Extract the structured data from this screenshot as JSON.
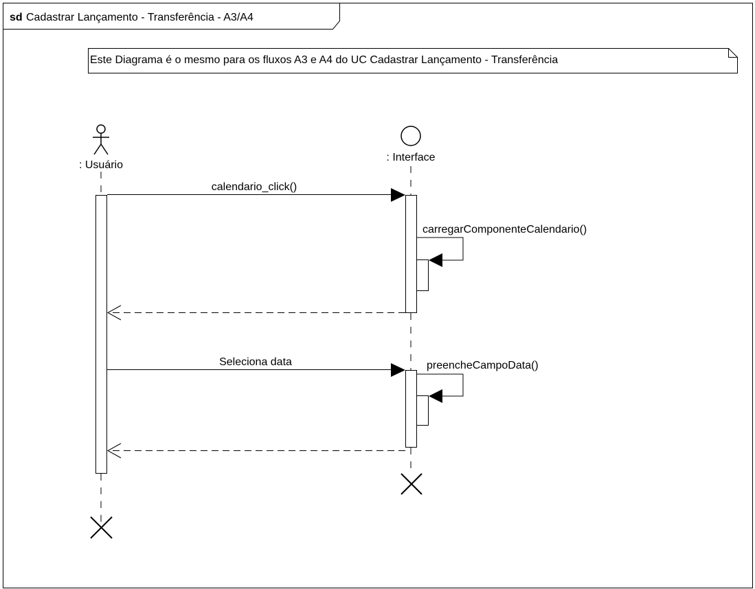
{
  "frame": {
    "keyword": "sd",
    "title": "Cadastrar Lançamento - Transferência - A3/A4"
  },
  "note": {
    "text": "Este Diagrama é o mesmo para os fluxos A3 e A4 do UC Cadastrar Lançamento - Transferência"
  },
  "lifelines": [
    {
      "name": ": Usuário",
      "kind": "actor"
    },
    {
      "name": ": Interface",
      "kind": "boundary"
    }
  ],
  "messages": [
    {
      "label": "calendario_click()",
      "from": ": Usuário",
      "to": ": Interface",
      "type": "sync"
    },
    {
      "label": "carregarComponenteCalendario()",
      "from": ": Interface",
      "to": ": Interface",
      "type": "self"
    },
    {
      "label": "",
      "from": ": Interface",
      "to": ": Usuário",
      "type": "return"
    },
    {
      "label": "Seleciona data",
      "from": ": Usuário",
      "to": ": Interface",
      "type": "sync"
    },
    {
      "label": "preencheCampoData()",
      "from": ": Interface",
      "to": ": Interface",
      "type": "self"
    },
    {
      "label": "",
      "from": ": Interface",
      "to": ": Usuário",
      "type": "return"
    }
  ]
}
